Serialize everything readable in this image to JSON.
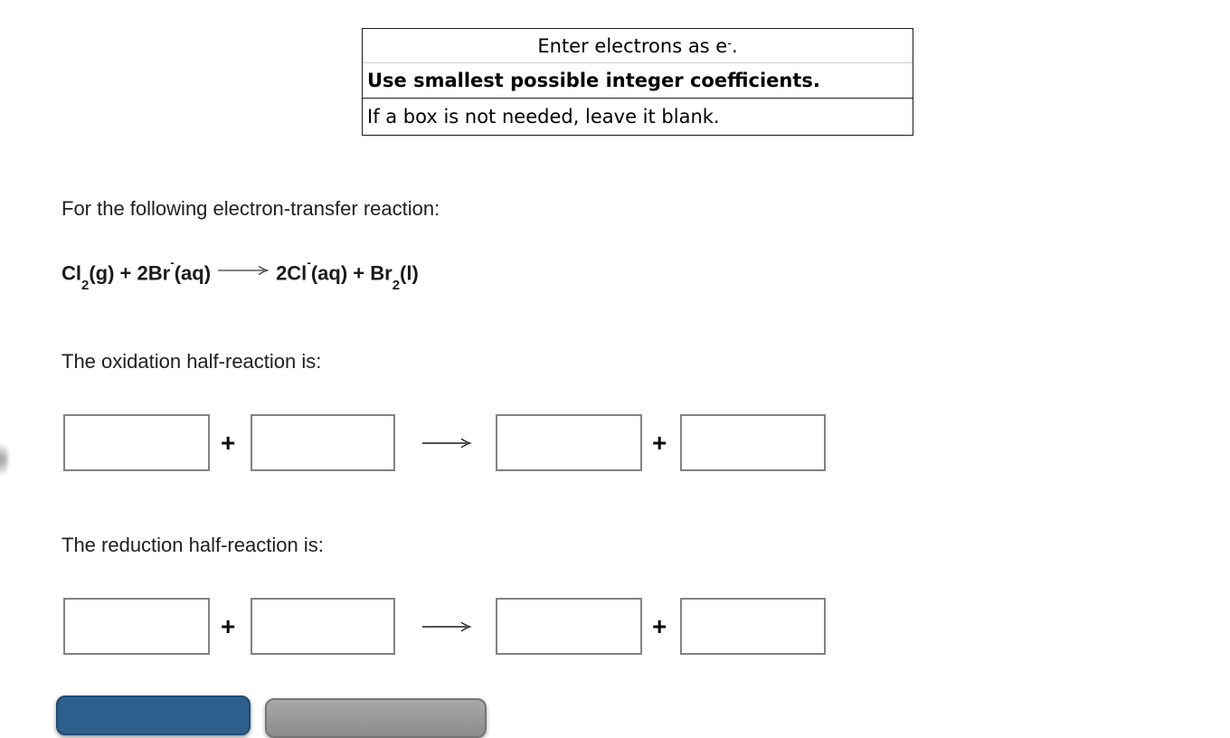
{
  "instructions_box": {
    "line1": {
      "pre": "Enter electrons as e",
      "sup": "-",
      "post": "."
    },
    "line2": "Use smallest possible integer coefficients.",
    "line3": "If a box is not needed, leave it blank."
  },
  "problem": {
    "intro": "For the following electron-transfer reaction:",
    "equation_tokens": [
      {
        "text": "Cl"
      },
      {
        "sub": "2"
      },
      {
        "text": "(g)"
      },
      {
        "plus": " + "
      },
      {
        "text": "2Br"
      },
      {
        "sup": "-"
      },
      {
        "text": "(aq)"
      },
      {
        "arrow": true
      },
      {
        "text": "2Cl"
      },
      {
        "sup": "-"
      },
      {
        "text": "(aq)"
      },
      {
        "plus": " + "
      },
      {
        "text": "Br"
      },
      {
        "sub": "2"
      },
      {
        "text": "(l)"
      }
    ],
    "oxidation_label": "The oxidation half-reaction is:",
    "reduction_label": "The reduction half-reaction is:"
  },
  "half_reaction_rows": {
    "plus": "+",
    "oxidation_inputs": [
      "",
      "",
      "",
      ""
    ],
    "reduction_inputs": [
      "",
      "",
      "",
      ""
    ]
  },
  "buttons": {
    "primary_partial_color": "#2d5f8d",
    "secondary_partial_color": "#8c8c8c"
  },
  "colors": {
    "text": "#1f1f1f",
    "input_border": "#828282",
    "instruction_box_border": "#1a1a1a",
    "separator_light": "#cccccc",
    "separator_dark": "#1a1a1a"
  }
}
